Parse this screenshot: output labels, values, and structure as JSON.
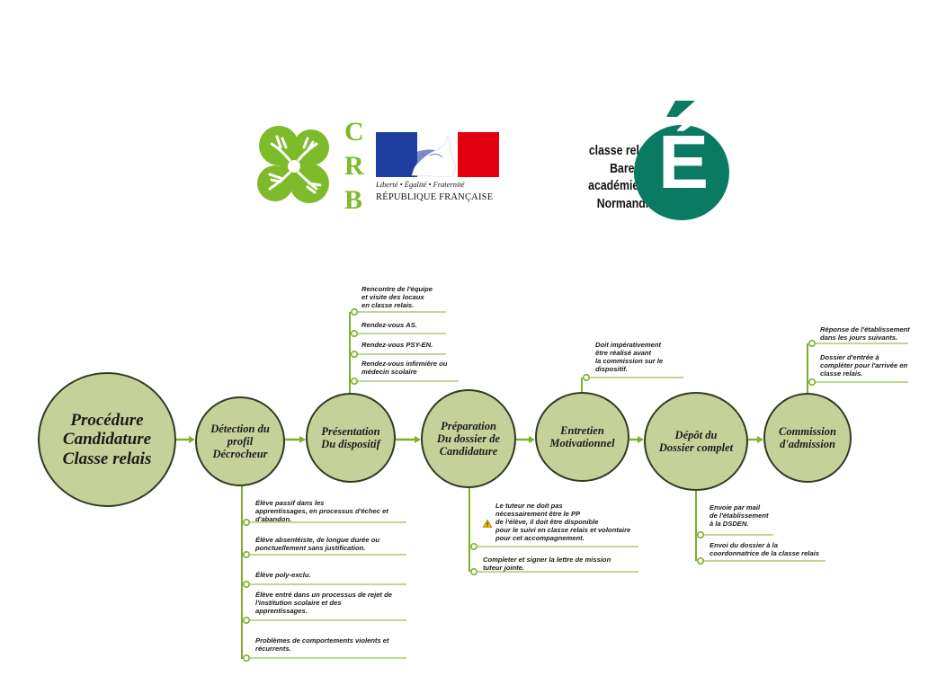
{
  "logos": {
    "crb_letters": [
      "C",
      "R",
      "B"
    ],
    "rf_motto": "Liberté • Égalité • Fraternité",
    "rf_name": "RÉPUBLIQUE FRANÇAISE",
    "classe_relais_text": "classe relais\nBarentin\nacadémie de Normandie",
    "academie_letter": "É"
  },
  "colors": {
    "node_fill": "#c6d19a",
    "node_border": "#2e3d23",
    "connector": "#7fb02b",
    "crb_green": "#7dbb2b",
    "academie_green": "#0a7a63",
    "rf_blue": "#1f3fa0",
    "rf_red": "#e1000f"
  },
  "nodes": [
    {
      "id": "procedure",
      "label": "Procédure\nCandidature\nClasse relais"
    },
    {
      "id": "detection",
      "label": "Détection du\nprofil\nDécrocheur"
    },
    {
      "id": "presentation",
      "label": "Présentation\nDu dispositif"
    },
    {
      "id": "preparation",
      "label": "Préparation\nDu dossier de\nCandidature"
    },
    {
      "id": "entretien",
      "label": "Entretien\nMotivationnel"
    },
    {
      "id": "depot",
      "label": "Dépôt du\nDossier complet"
    },
    {
      "id": "commission",
      "label": "Commission\nd'admission"
    }
  ],
  "branches": {
    "detection": [
      "Élève passif dans les\napprentissages, en processus d'échec et\nd'abandon.",
      "Élève absentéiste, de longue durée ou\nponctuellement sans justification.",
      "Élève poly-exclu.",
      "Élève entré dans un processus de rejet de\nl'institution scolaire et des\napprentissages.",
      "Problèmes de comportements violents et\nrécurrents."
    ],
    "presentation": [
      "Rencontre de l'équipe\net visite des locaux\nen classe relais.",
      "Rendez-vous AS.",
      "Rendez-vous PSY-EN.",
      "Rendez-vous infirmière ou\nmédecin scolaire"
    ],
    "preparation": [
      "Le tuteur ne doit pas\nnécessairement être le PP\nde l'élève, il doit être disponible\npour le suivi en classe relais et volontaire\npour cet accompagnement.",
      "Completer et signer la lettre de mission\ntuteur jointe."
    ],
    "entretien": [
      "Doit impérativement\nêtre réalisé avant\nla commission sur le\ndispositif."
    ],
    "depot": [
      "Envoie par mail\nde l'établissement\nà la DSDEN.",
      "Envoi du dossier à la\ncoordonnatrice de la classe relais"
    ],
    "commission": [
      "Réponse de l'établissement\ndans les jours suivants.",
      "Dossier d'entrée à\ncompléter pour l'arrivée en\nclasse relais."
    ]
  },
  "warning_icon": "warning-icon"
}
